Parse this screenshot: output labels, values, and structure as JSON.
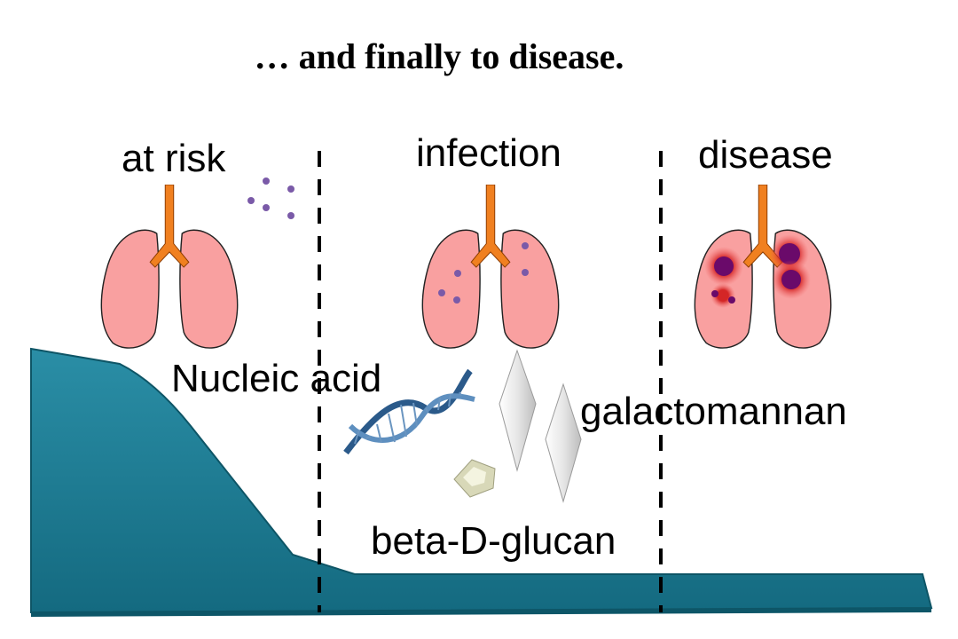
{
  "title": "… and finally to disease.",
  "stages": {
    "at_risk": "at risk",
    "infection": "infection",
    "disease": "disease"
  },
  "biomarkers": {
    "nucleic_acid": "Nucleic acid",
    "galactomannan": "galactomannan",
    "beta_d_glucan": "beta-D-glucan"
  },
  "colors": {
    "lung_fill": "#f9a0a0",
    "trachea": "#f08020",
    "spore": "#7a5aa8",
    "lesion": "#6a0a6a",
    "lesion_glow": "#e02020",
    "curve_fill": "#1e7f96"
  }
}
